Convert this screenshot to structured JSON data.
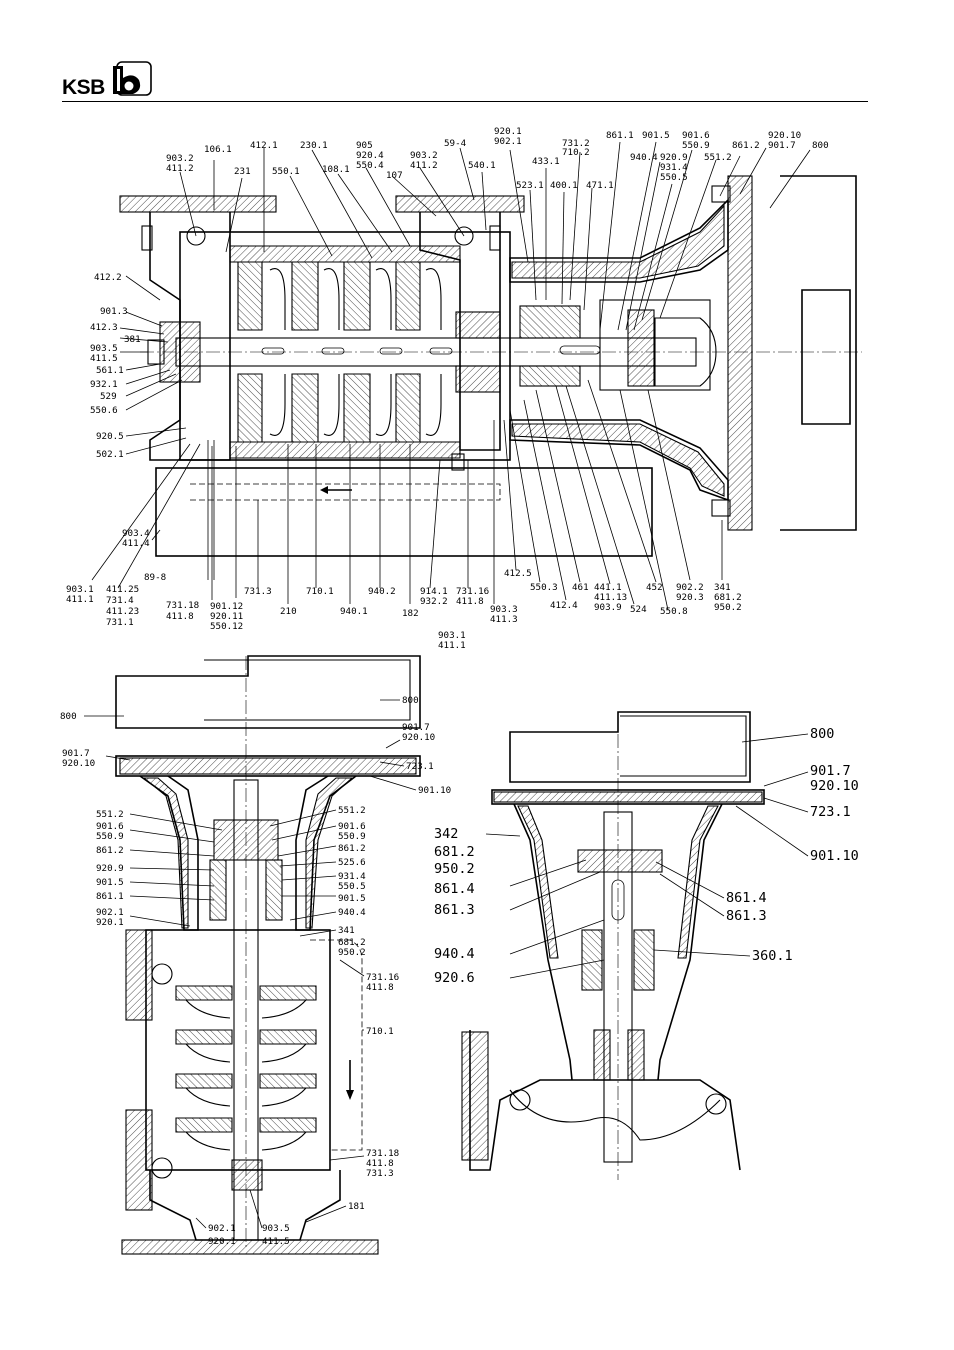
{
  "header": {
    "logo_text": "KSB",
    "logo_mark": "ksb-b-mark"
  },
  "colors": {
    "ink": "#000000",
    "paper": "#ffffff"
  },
  "figure_top": {
    "labels_top": [
      "903.2",
      "411.2",
      "106.1",
      "231",
      "412.1",
      "230.1",
      "550.1",
      "108.1",
      "905",
      "920.4",
      "550.4",
      "107",
      "903.2",
      "411.2",
      "59-4",
      "540.1",
      "920.1",
      "902.1",
      "433.1",
      "523.1",
      "400.1",
      "731.2",
      "710.2",
      "471.1",
      "861.1",
      "901.5",
      "940.4",
      "920.9",
      "931.4",
      "550.5",
      "901.6",
      "550.9",
      "551.2",
      "861.2",
      "920.10",
      "901.7",
      "800"
    ],
    "labels_left": [
      "412.2",
      "901.3",
      "412.3",
      "381",
      "903.5",
      "411.5",
      "561.1",
      "932.1",
      "529",
      "550.6",
      "920.5",
      "502.1"
    ],
    "labels_bottom": [
      "903.4",
      "411.4",
      "89-8",
      "903.1",
      "411.1",
      "411.25",
      "731.4",
      "411.23",
      "731.1",
      "731.18",
      "411.8",
      "731.3",
      "901.12",
      "920.11",
      "550.12",
      "210",
      "710.1",
      "940.1",
      "940.2",
      "182",
      "914.1",
      "932.2",
      "731.16",
      "411.8",
      "903.3",
      "411.3",
      "903.1",
      "411.1",
      "412.5",
      "550.3",
      "412.4",
      "461",
      "441.1",
      "411.13",
      "903.9",
      "452",
      "524",
      "550.8",
      "902.2",
      "920.3",
      "341",
      "681.2",
      "950.2"
    ]
  },
  "figure_bottom_left": {
    "labels": [
      "800",
      "800",
      "901.7",
      "920.10",
      "901.7",
      "920.10",
      "723.1",
      "901.10",
      "551.2",
      "901.6",
      "550.9",
      "861.2",
      "920.9",
      "901.5",
      "861.1",
      "902.1",
      "920.1",
      "551.2",
      "901.6",
      "550.9",
      "861.2",
      "525.6",
      "931.4",
      "550.5",
      "901.5",
      "940.4",
      "341",
      "681.2",
      "950.2",
      "731.16",
      "411.8",
      "710.1",
      "731.18",
      "411.8",
      "731.3",
      "181",
      "902.1",
      "903.5",
      "920.1",
      "411.5"
    ]
  },
  "figure_bottom_right": {
    "labels": [
      "800",
      "901.7",
      "920.10",
      "723.1",
      "901.10",
      "342",
      "681.2",
      "950.2",
      "861.4",
      "861.3",
      "940.4",
      "920.6",
      "861.4",
      "861.3",
      "360.1"
    ]
  }
}
